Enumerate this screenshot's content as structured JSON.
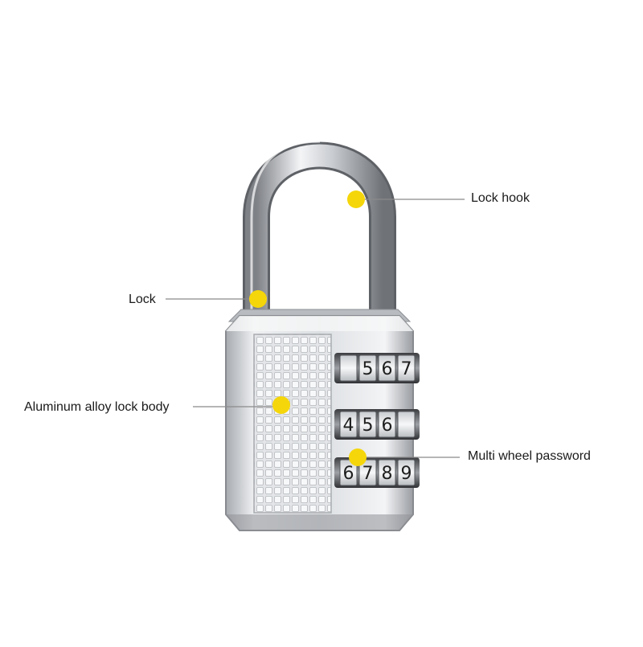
{
  "callouts": {
    "lock_hook": "Lock hook",
    "lock": "Lock",
    "body": "Aluminum alloy lock body",
    "wheels": "Multi wheel password"
  },
  "wheels": [
    [
      "",
      "5",
      "6",
      "7"
    ],
    [
      "4",
      "5",
      "6",
      ""
    ],
    [
      "6",
      "7",
      "8",
      "9"
    ]
  ],
  "colors": {
    "marker": "#f5d60a",
    "leader": "#8a8a8a",
    "metal_light": "#eceef0",
    "metal_dark": "#8d9095"
  }
}
